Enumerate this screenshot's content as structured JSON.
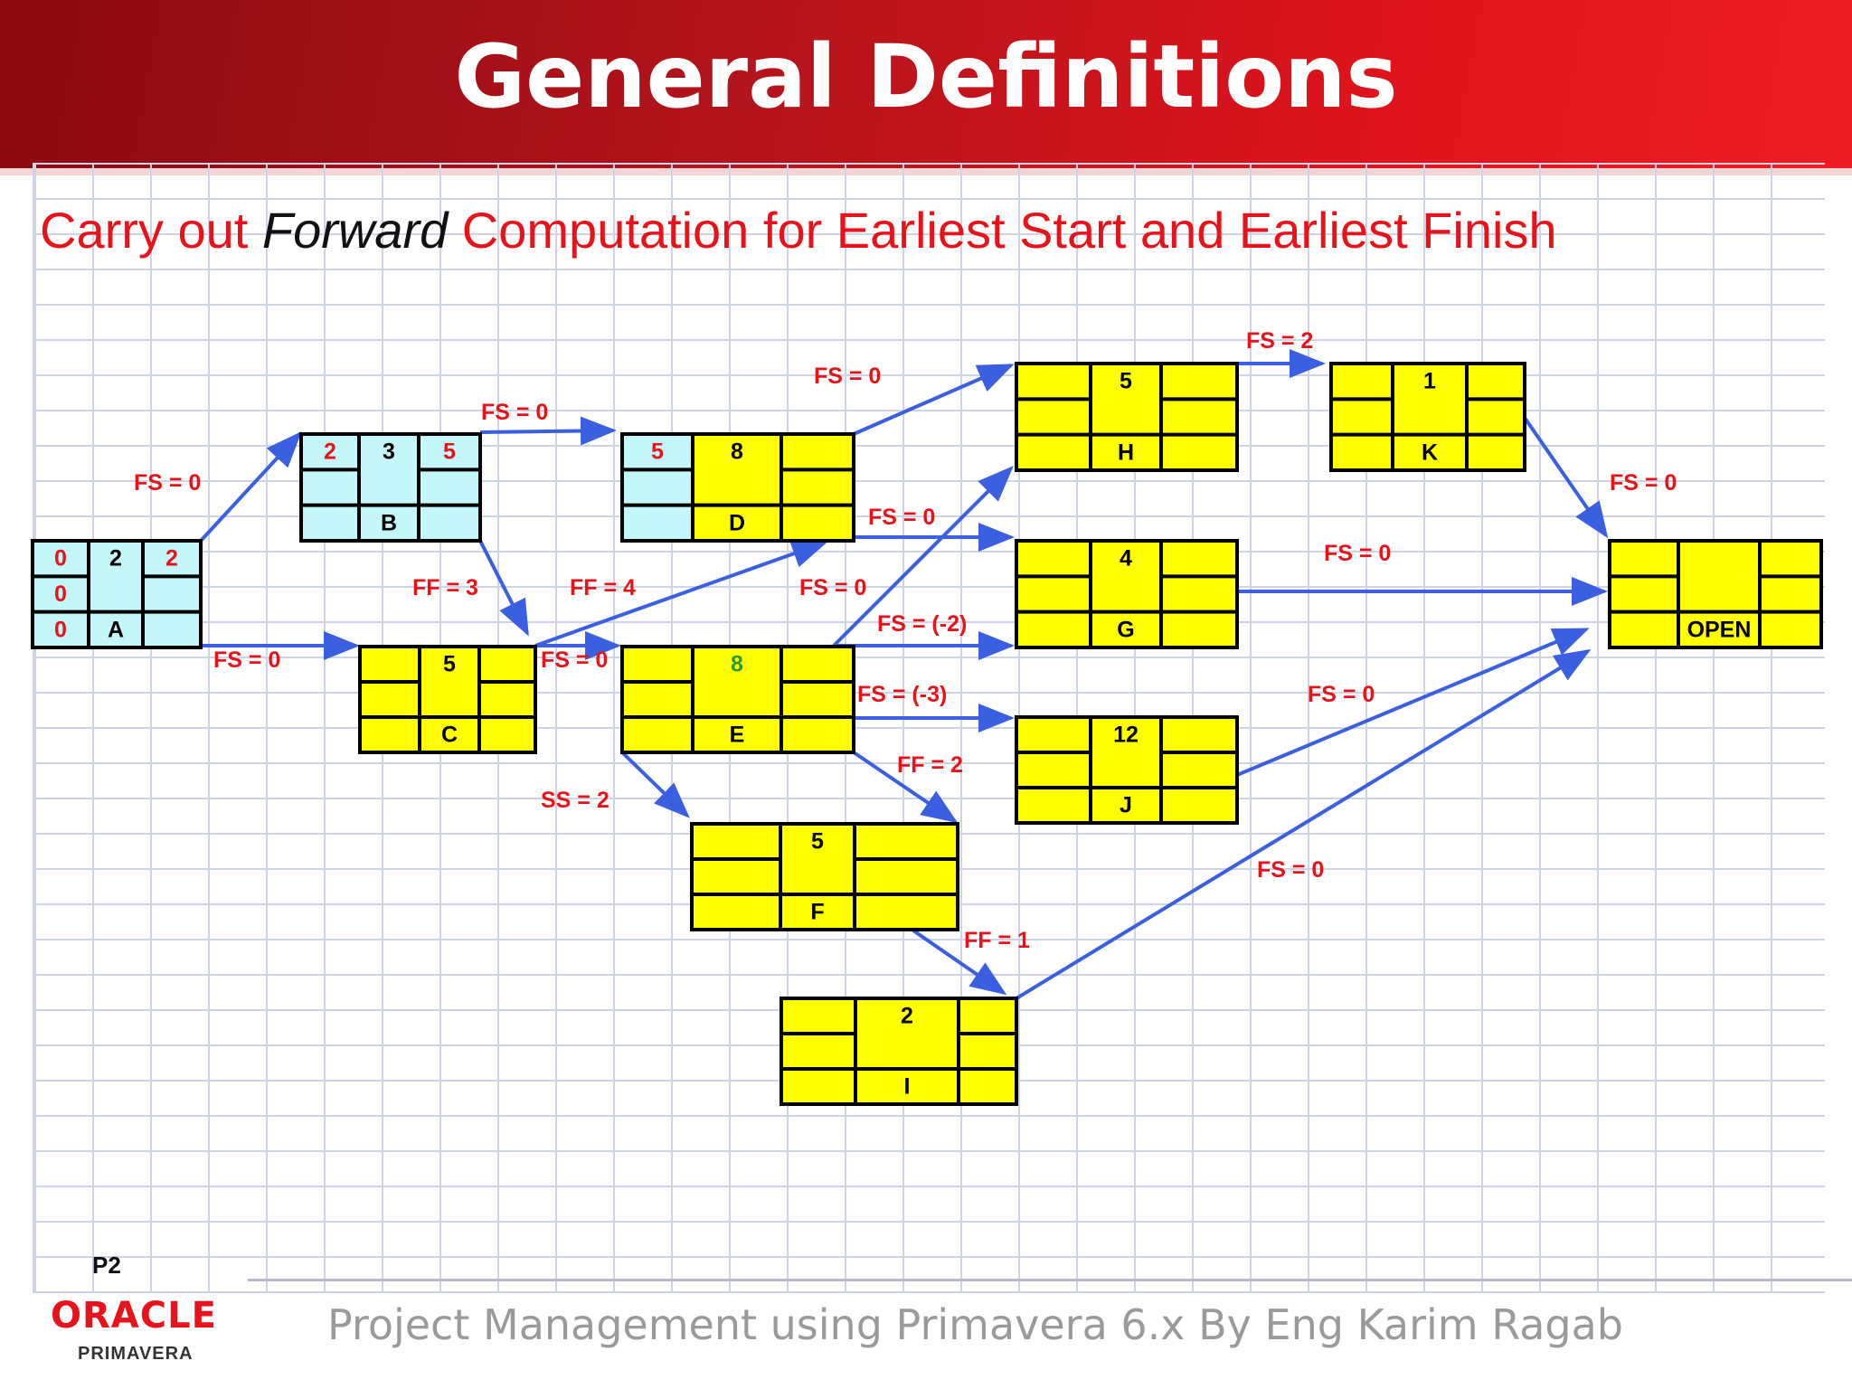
{
  "header": {
    "title": "General Definitions"
  },
  "subtitle": {
    "part1": "Carry out ",
    "part2": "Forward",
    "part3": " Computation for Earliest Start and Earliest Finish"
  },
  "colors": {
    "header_red": "#d8141c",
    "subtitle_red": "#e8121a",
    "arrow_blue": "#3a5fe0",
    "node_yellow": "#ffff00",
    "node_cyan": "#c4f7fa",
    "grid": "#cfd3e6",
    "label_red": "#e8121a",
    "green_value": "#2a9a2a"
  },
  "nodes": [
    {
      "id": "A",
      "label": "A",
      "tl": "0",
      "tc": "2",
      "tr": "2",
      "ml": "0",
      "bl": "0",
      "fill": "cyan"
    },
    {
      "id": "B",
      "label": "B",
      "tl": "2",
      "tc": "3",
      "tr": "5",
      "fill": "cyan"
    },
    {
      "id": "C",
      "label": "C",
      "tc": "5",
      "fill": "yellow"
    },
    {
      "id": "D",
      "label": "D",
      "tl": "5",
      "tc": "8",
      "fill": "yellow",
      "left_fill": "cyan"
    },
    {
      "id": "E",
      "label": "E",
      "tc": "8",
      "tc_color": "green",
      "fill": "yellow"
    },
    {
      "id": "F",
      "label": "F",
      "tc": "5",
      "fill": "yellow"
    },
    {
      "id": "G",
      "label": "G",
      "tc": "4",
      "fill": "yellow"
    },
    {
      "id": "H",
      "label": "H",
      "tc": "5",
      "fill": "yellow"
    },
    {
      "id": "I",
      "label": "I",
      "tc": "2",
      "fill": "yellow"
    },
    {
      "id": "J",
      "label": "J",
      "tc": "12",
      "fill": "yellow"
    },
    {
      "id": "K",
      "label": "K",
      "tc": "1",
      "fill": "yellow"
    },
    {
      "id": "OPEN",
      "label": "OPEN",
      "fill": "yellow"
    }
  ],
  "relationships": [
    {
      "from": "A",
      "to": "B",
      "label": "FS = 0"
    },
    {
      "from": "A",
      "to": "C",
      "label": "FS = 0"
    },
    {
      "from": "B",
      "to": "D",
      "label": "FS = 0"
    },
    {
      "from": "B",
      "to": "C",
      "label": "FF = 3"
    },
    {
      "from": "C",
      "to": "D",
      "label": "FF = 4"
    },
    {
      "from": "C",
      "to": "E",
      "label": "FS = 0"
    },
    {
      "from": "D",
      "to": "H",
      "label": "FS = 0"
    },
    {
      "from": "D",
      "to": "G",
      "label": "FS = 0"
    },
    {
      "from": "E",
      "to": "H",
      "label": "FS = 0"
    },
    {
      "from": "E",
      "to": "G",
      "label": "FS = (-2)"
    },
    {
      "from": "E",
      "to": "J",
      "label": "FS = (-3)"
    },
    {
      "from": "E",
      "to": "F",
      "label": "FF = 2"
    },
    {
      "from": "E",
      "to": "F",
      "label": "SS = 2"
    },
    {
      "from": "H",
      "to": "K",
      "label": "FS = 2"
    },
    {
      "from": "K",
      "to": "OPEN",
      "label": "FS = 0"
    },
    {
      "from": "G",
      "to": "OPEN",
      "label": "FS = 0"
    },
    {
      "from": "J",
      "to": "OPEN",
      "label": "FS = 0"
    },
    {
      "from": "I",
      "to": "OPEN",
      "label": "FS = 0"
    },
    {
      "from": "F",
      "to": "I",
      "label": "FF = 1"
    }
  ],
  "page_number": "P2",
  "footer": {
    "text": "Project Management using Primavera 6.x By Eng Karim Ragab"
  },
  "logo": {
    "brand": "ORACLE",
    "product": "PRIMAVERA"
  }
}
